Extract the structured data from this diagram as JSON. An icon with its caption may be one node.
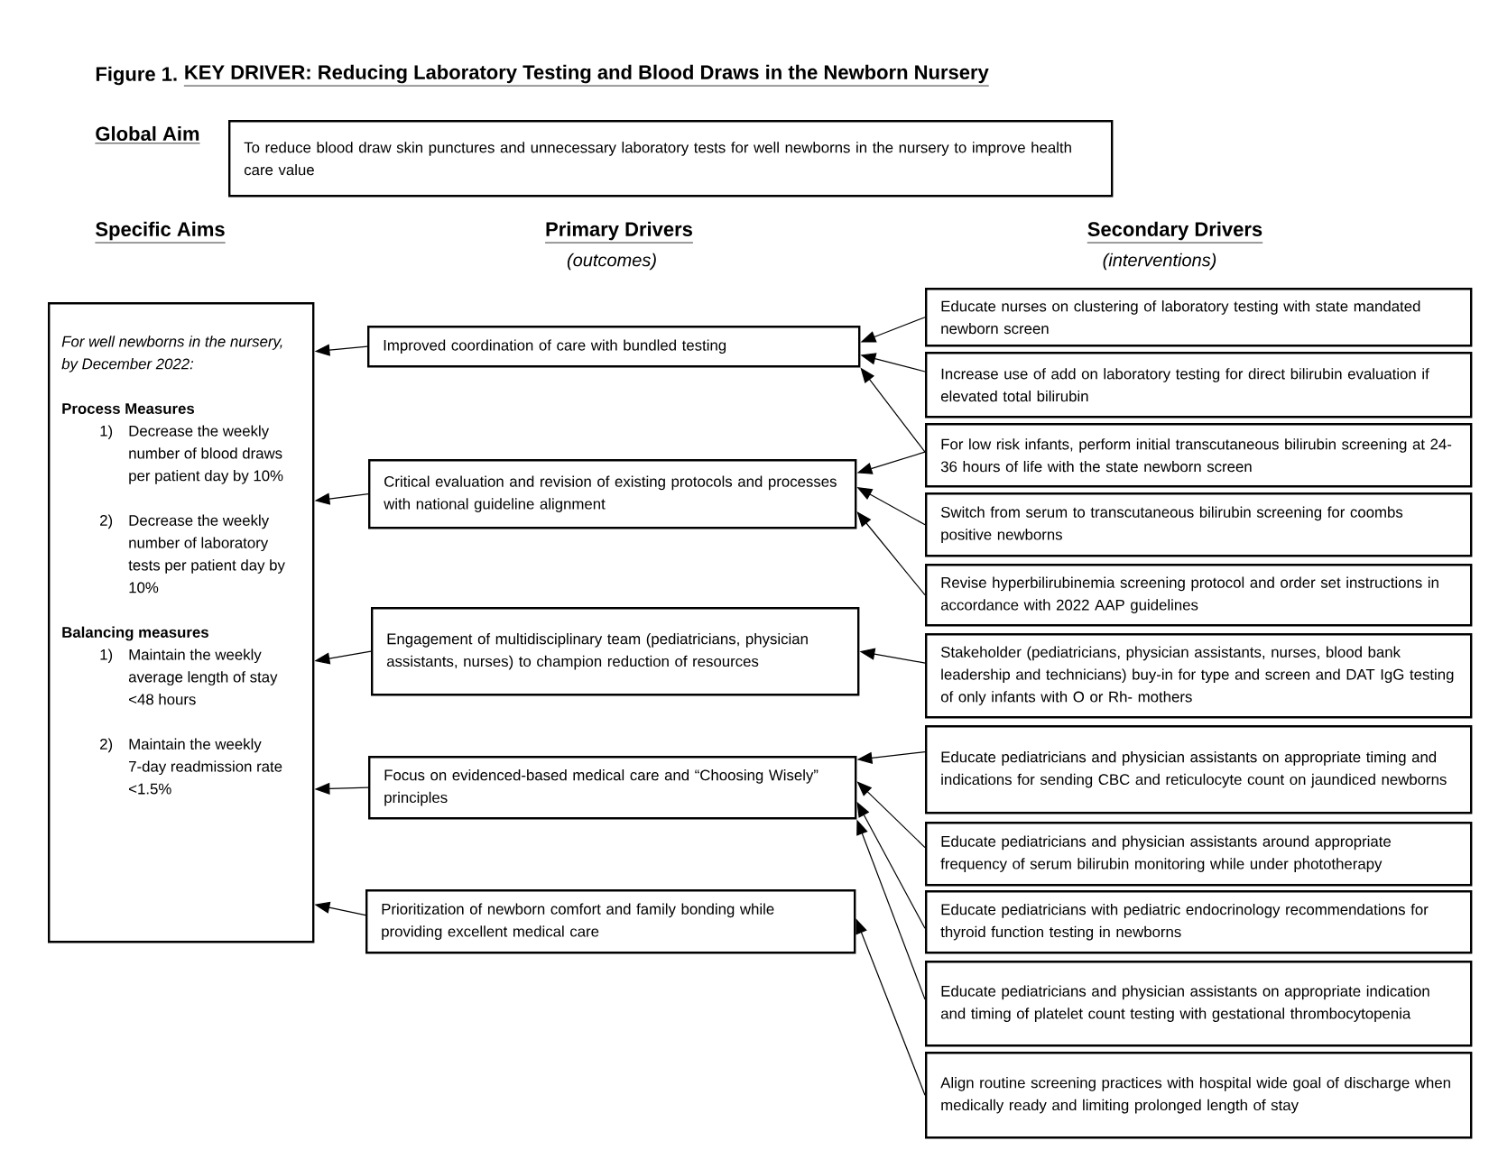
{
  "diagram": {
    "nodes": [
      {
        "text": [
          "To reduce blood draw skin punctures and unnecessary laboratory tests for well newborns in the nursery to improve health care value"
        ]
      },
      {
        "text": [
          "For well newborns in the nursery, by December 2022:",
          "Process Measures",
          "1)",
          "Decrease the weekly number of blood draws per patient day by 10%",
          "2)",
          "Decrease the weekly number of laboratory tests per patient day by 10%",
          "Balancing measures",
          "1)",
          "Maintain the weekly average length of stay <48 hours",
          "2)",
          "Maintain the weekly 7-day readmission rate <1.5%"
        ]
      },
      {
        "text": [
          "Improved coordination of care with bundled testing"
        ]
      },
      {
        "text": [
          "Critical evaluation and revision of existing protocols and processes with national guideline alignment"
        ]
      },
      {
        "text": [
          "Engagement of multidisciplinary team (pediatricians, physician assistants, nurses) to champion reduction of resources"
        ]
      },
      {
        "text": [
          "Focus on evidenced-based medical care and “Choosing Wisely” principles"
        ]
      },
      {
        "text": [
          "Prioritization of newborn comfort and family bonding while providing excellent medical care"
        ]
      },
      {
        "text": [
          "Educate nurses on clustering of laboratory testing with state mandated newborn screen"
        ]
      },
      {
        "text": [
          "Increase use of add on laboratory testing for direct bilirubin evaluation if elevated total bilirubin"
        ]
      },
      {
        "text": [
          "For low risk infants, perform initial transcutaneous bilirubin screening at 24-36 hours of life with the state newborn screen"
        ]
      },
      {
        "text": [
          "Switch from serum to transcutaneous bilirubin screening for coombs positive newborns"
        ]
      },
      {
        "text": [
          "Revise hyperbilirubinemia screening protocol and order set instructions in accordance with 2022 AAP guidelines"
        ]
      },
      {
        "text": [
          "Stakeholder (pediatricians, physician assistants, nurses, blood bank leadership and technicians) buy-in for type and screen and DAT IgG testing of only infants with O or Rh- mothers"
        ]
      },
      {
        "text": [
          "Educate pediatricians and physician assistants on appropriate timing and indications for sending CBC and reticulocyte count on jaundiced newborns"
        ]
      },
      {
        "text": [
          "Educate pediatricians and physician assistants around appropriate frequency of serum bilirubin monitoring while under phototherapy"
        ]
      },
      {
        "text": [
          "Educate pediatricians with pediatric endocrinology recommendations for thyroid function testing in newborns"
        ]
      },
      {
        "text": [
          "Educate pediatricians and physician assistants on appropriate indication and timing of platelet count testing with gestational thrombocytopenia"
        ]
      },
      {
        "text": [
          "Align routine screening practices with hospital wide goal of discharge when medically ready and limiting prolonged length of stay"
        ]
      }
    ],
    "edges": [
      {
        "from": 7,
        "to": 2,
        "arrow": "to"
      },
      {
        "from": 8,
        "to": 2,
        "arrow": "to"
      },
      {
        "from": 9,
        "to": 2,
        "arrow": "to"
      },
      {
        "from": 9,
        "to": 3,
        "arrow": "to"
      },
      {
        "from": 10,
        "to": 3,
        "arrow": "to"
      },
      {
        "from": 11,
        "to": 3,
        "arrow": "to"
      },
      {
        "from": 12,
        "to": 4,
        "arrow": "to"
      },
      {
        "from": 13,
        "to": 5,
        "arrow": "to"
      },
      {
        "from": 14,
        "to": 5,
        "arrow": "to"
      },
      {
        "from": 15,
        "to": 5,
        "arrow": "to"
      },
      {
        "from": 16,
        "to": 5,
        "arrow": "to"
      },
      {
        "from": 17,
        "to": 6,
        "arrow": "to"
      },
      {
        "from": 2,
        "to": 1,
        "arrow": "to"
      },
      {
        "from": 3,
        "to": 1,
        "arrow": "to"
      },
      {
        "from": 4,
        "to": 1,
        "arrow": "to"
      },
      {
        "from": 5,
        "to": 1,
        "arrow": "to"
      },
      {
        "from": 6,
        "to": 1,
        "arrow": "to"
      }
    ],
    "labels": [
      "Figure 1.",
      "KEY DRIVER: Reducing Laboratory Testing and Blood Draws in the Newborn Nursery",
      "Global Aim",
      "Specific Aims",
      "Primary Drivers",
      "(outcomes)",
      "Secondary Drivers",
      "(interventions)"
    ]
  }
}
